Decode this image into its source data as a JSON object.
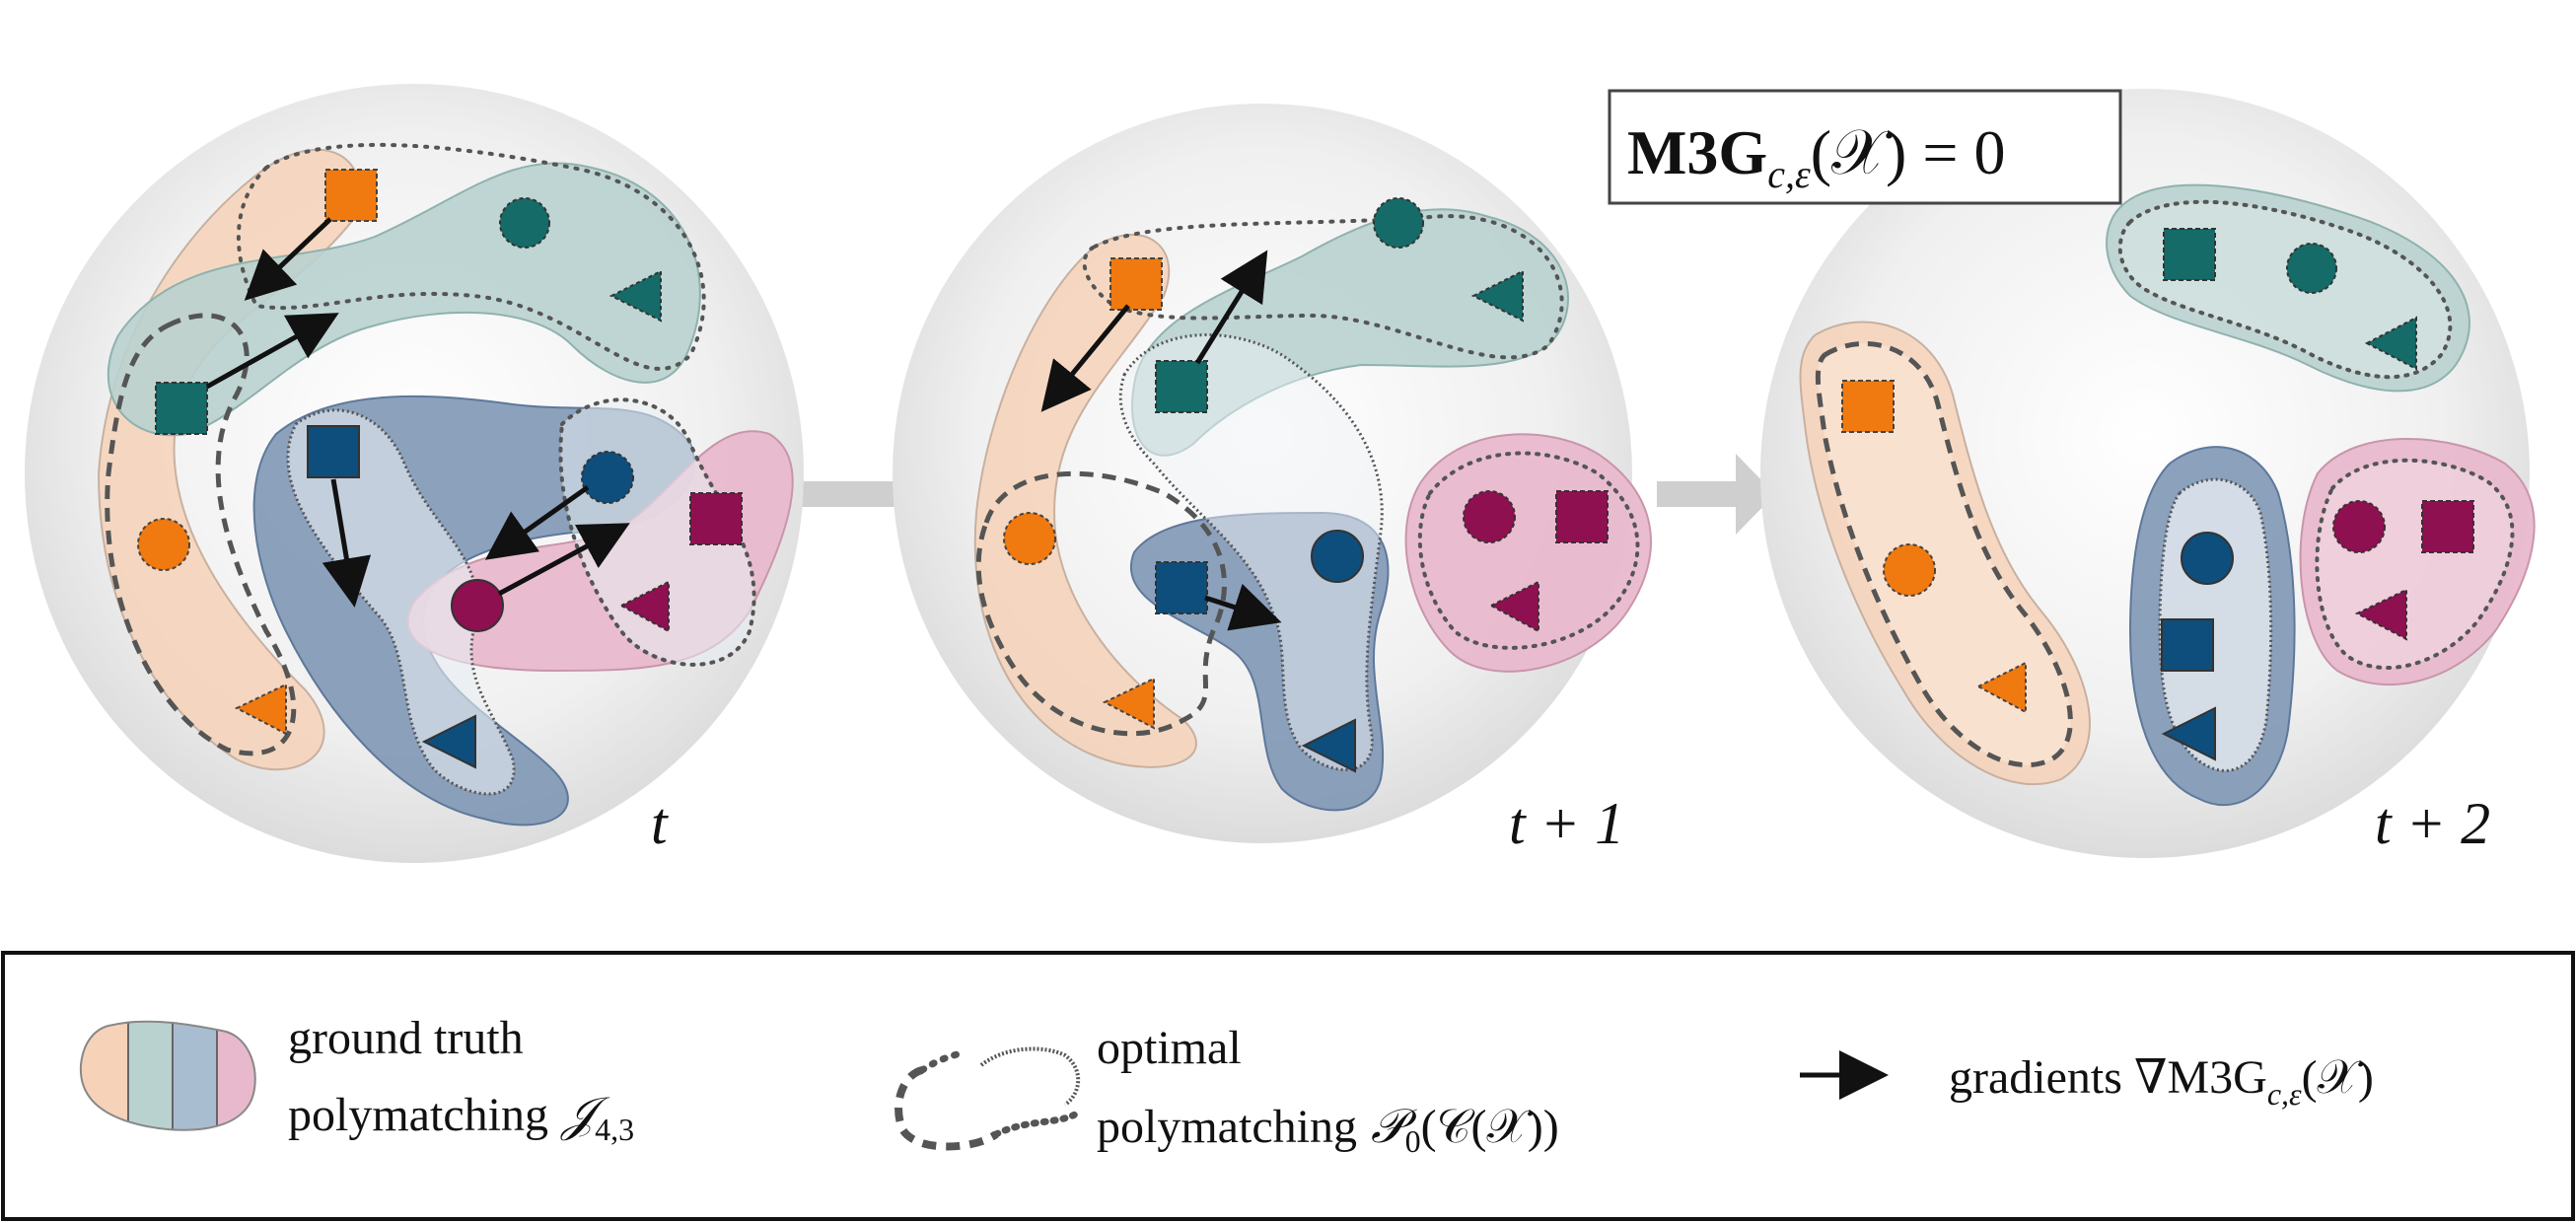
{
  "panels": [
    {
      "label": "t"
    },
    {
      "label": "t + 1"
    },
    {
      "label": "t + 2"
    }
  ],
  "equation_box": {
    "prefix": "M3G",
    "subscript": "c,ε",
    "argument": "(𝒳) = 0"
  },
  "legend": {
    "ground_truth_line1": "ground truth",
    "ground_truth_line2": "polymatching",
    "ground_truth_symbol": "𝒥",
    "ground_truth_sub": "4,3",
    "optimal_line1": "optimal",
    "optimal_line2": "polymatching",
    "optimal_symbol": "𝒫",
    "optimal_sub": "0",
    "optimal_arg": "(𝒞(𝒳))",
    "gradients_text": "gradients ∇M3G",
    "gradients_sub": "c,ε",
    "gradients_arg": "(𝒳)"
  },
  "colors": {
    "orange": "#F07A10",
    "teal": "#156B68",
    "navy": "#0E4E7C",
    "magenta": "#8E1050",
    "orange_blob": "#F6D2B8",
    "teal_blob": "#B9D2CF",
    "navy_blob": "#7F97B5",
    "magenta_blob": "#E8B9CC"
  }
}
